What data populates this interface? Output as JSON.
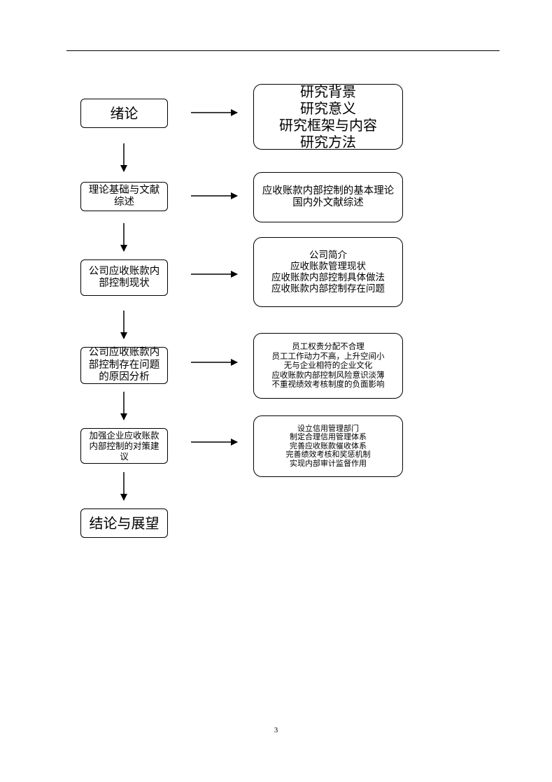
{
  "left_nodes": [
    [
      "绪论"
    ],
    [
      "理论基础与文献",
      "综述"
    ],
    [
      "公司应收账款内",
      "部控制现状"
    ],
    [
      "公司应收账款内",
      "部控制存在问题",
      "的原因分析"
    ],
    [
      "加强企业应收账款",
      "内部控制的对策建",
      "议"
    ],
    [
      "结论与展望"
    ]
  ],
  "right_nodes": [
    [
      "研究背景",
      "研究意义",
      "研究框架与内容",
      "研究方法"
    ],
    [
      "应收账款内部控制的基本理论",
      "国内外文献综述"
    ],
    [
      "公司简介",
      "应收账款管理现状",
      "应收账款内部控制具体做法",
      "应收账款内部控制存在问题"
    ],
    [
      "员工权责分配不合理",
      "员工工作动力不高，上升空间小",
      "无与企业相符的企业文化",
      "应收账款内部控制风险意识淡薄",
      "不重视绩效考核制度的负面影响"
    ],
    [
      "设立信用管理部门",
      "制定合理信用管理体系",
      "完善应收账款催收体系",
      "完善绩效考核和奖惩机制",
      "实现内部审计监督作用"
    ]
  ],
  "page_number": "3"
}
